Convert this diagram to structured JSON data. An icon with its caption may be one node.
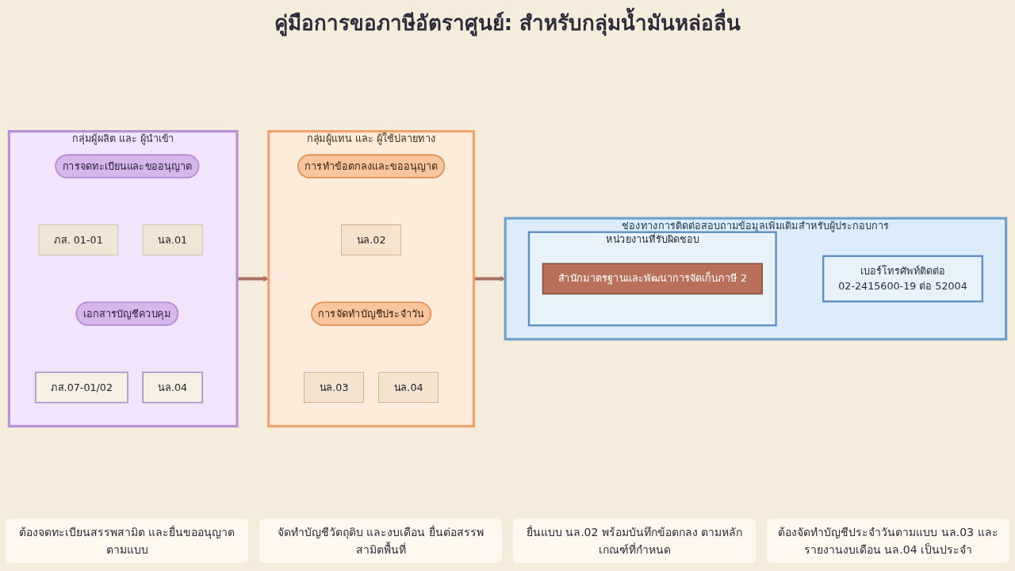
{
  "diagram": {
    "title": "คู่มือการขอภาษีอัตราศูนย์: สำหรับกลุ่มน้ำมันหล่อลื่น",
    "nodes": [
      {
        "text": [
          "กลุ่มผู้ผลิต และ ผู้นำเข้า"
        ]
      },
      {
        "text": [
          "การจดทะเบียนและขออนุญาต"
        ],
        "in": 0
      },
      {
        "text": [
          "ภส. 01-01"
        ],
        "in": 0
      },
      {
        "text": [
          "นล.01"
        ],
        "in": 0
      },
      {
        "text": [
          "เอกสารบัญชีควบคุม"
        ],
        "in": 0
      },
      {
        "text": [
          "ภส.07-01/02"
        ],
        "in": 0
      },
      {
        "text": [
          "นล.04"
        ],
        "in": 0
      },
      {
        "text": [
          "กลุ่มผู้แทน และ ผู้ใช้ปลายทาง"
        ]
      },
      {
        "text": [
          "การทำข้อตกลงและขออนุญาต"
        ],
        "in": 7
      },
      {
        "text": [
          "นล.02"
        ],
        "in": 7
      },
      {
        "text": [
          "การจัดทำบัญชีประจำวัน"
        ],
        "in": 7
      },
      {
        "text": [
          "นล.03"
        ],
        "in": 7
      },
      {
        "text": [
          "นล.04"
        ],
        "in": 7
      },
      {
        "text": [
          "ช่องทางการติดต่อสอบถามข้อมูลเพิ่มเติมสำหรับผู้ประกอบการ"
        ]
      },
      {
        "text": [
          "หน่วยงานที่รับผิดชอบ"
        ],
        "in": 13
      },
      {
        "text": [
          "สำนักมาตรฐานและพัฒนาการจัดเก็บภาษี 2"
        ],
        "in": 14
      },
      {
        "text": [
          "เบอร์โทรศัพท์ติดต่อ",
          "02-2415600-19 ต่อ 52004"
        ],
        "in": 13
      }
    ],
    "edges": [
      {
        "from": 0,
        "to": 7,
        "arrow": "to"
      },
      {
        "from": 7,
        "to": 13,
        "arrow": "to"
      }
    ],
    "labels": [
      "ต้องจดทะเบียนสรรพสามิต และยื่นขออนุญาตตามแบบ",
      "จัดทำบัญชีวัตถุดิบ และงบเดือน ยื่นต่อสรรพสามิตพื้นที่",
      "ยื่นแบบ นล.02 พร้อมบันทึกข้อตกลง ตามหลักเกณฑ์ที่กำหนด",
      "ต้องจัดทำบัญชีประจำวันตามแบบ นล.03 และรายงานงบเดือน นล.04 เป็นประจำ"
    ]
  }
}
